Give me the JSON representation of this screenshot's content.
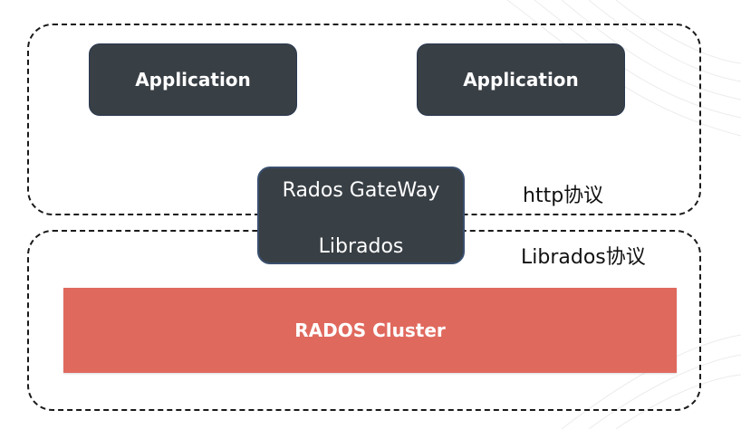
{
  "diagram": {
    "applications": [
      {
        "label": "Application"
      },
      {
        "label": "Application"
      }
    ],
    "gateway": {
      "title": "Rados GateWay",
      "subtitle": "Librados"
    },
    "protocols": {
      "http": "http协议",
      "librados": "Librados协议"
    },
    "cluster": {
      "label": "RADOS Cluster"
    },
    "colors": {
      "app_box": "#383f45",
      "cluster": "#e0695e",
      "dashed_border": "#1a1a1a",
      "background": "#ffffff"
    }
  }
}
